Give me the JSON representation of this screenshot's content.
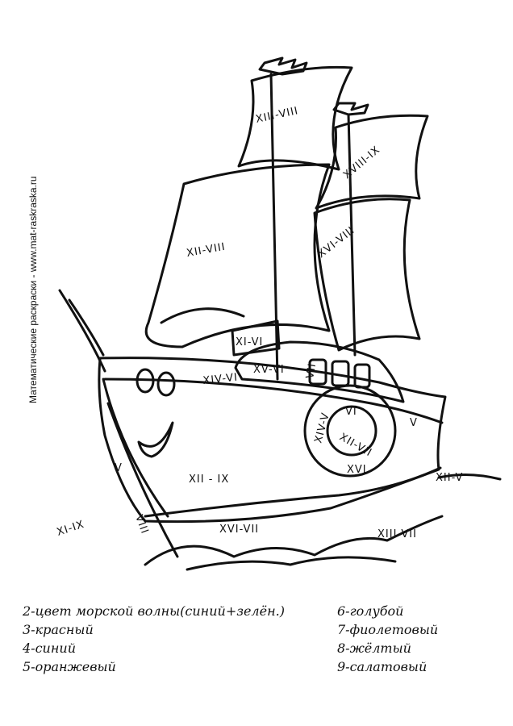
{
  "side_credit": "Математические раскраски - www.mat-raskraska.ru",
  "regions": {
    "sail_top": "XIII-VIII",
    "sail_top_right": "XVIII-IX",
    "sail_main": "XII-VIII",
    "sail_right": "XVI-VIII",
    "flag_small": "XI-VI",
    "cabin": "XV-VI",
    "cabin_window": "VII",
    "deck": "XIV-VI",
    "ring_left": "XIV-V",
    "ring_top": "VI",
    "ring_center": "XII-VII",
    "ring_bottom": "XVI",
    "ring_right": "V",
    "hull_bow": "V",
    "hull_main": "XII - IX",
    "hull_stripe": "VIII",
    "hull_bottom": "XVI-VII",
    "sea_left": "XI-IX",
    "sea_right_top": "XII-V",
    "sea_right_bottom": "XIII-VII"
  },
  "legend": {
    "left": [
      "2-цвет морской волны(синий+зелён.)",
      "3-красный",
      "4-синий",
      "5-оранжевый"
    ],
    "right": [
      "6-голубой",
      "7-фиолетовый",
      "8-жёлтый",
      "9-салатовый"
    ]
  }
}
